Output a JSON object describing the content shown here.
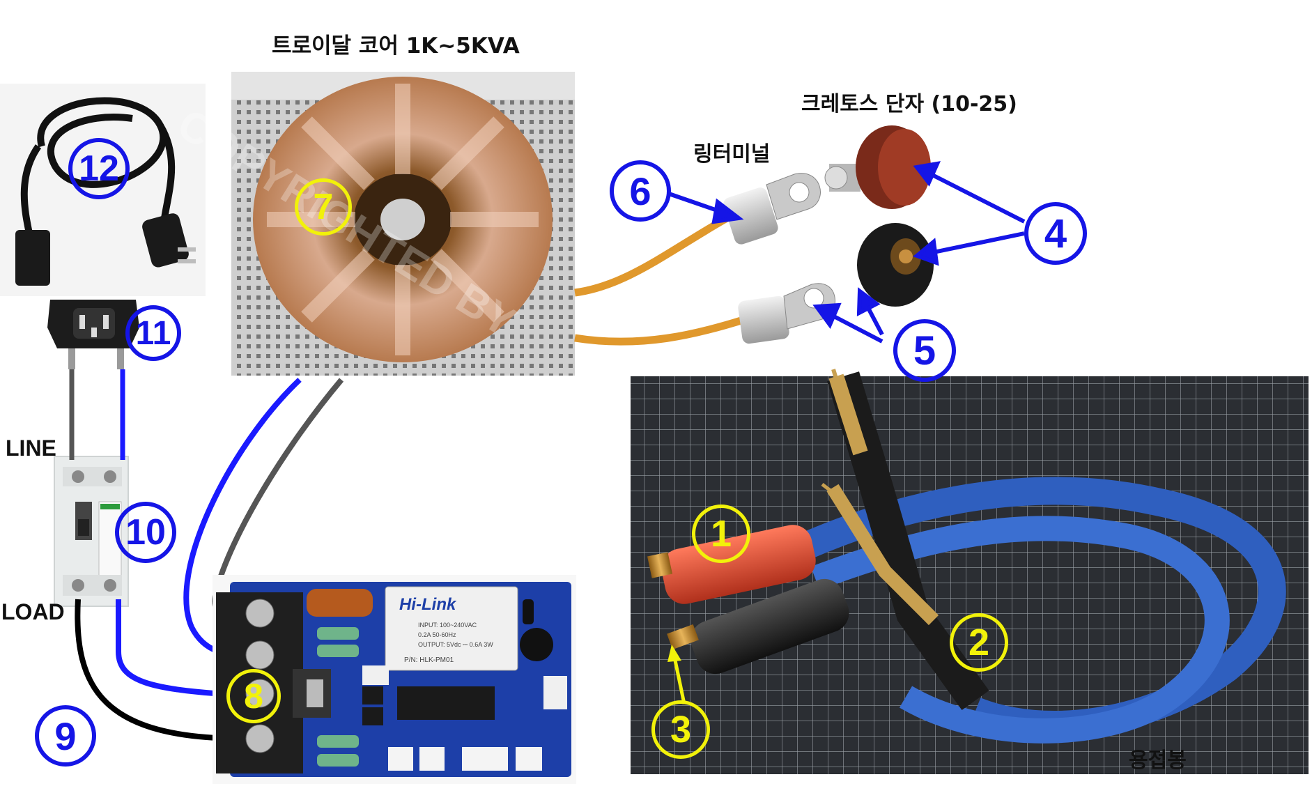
{
  "titles": {
    "toroidal_core": "트로이달 코어 1K~5KVA",
    "cretos_terminal": "크레토스 단자 (10-25)",
    "ring_terminal": "링터미널",
    "welding_rod": "용접봉"
  },
  "labels": {
    "line": "LINE",
    "load": "LOAD"
  },
  "numbers": {
    "n1": "1",
    "n2": "2",
    "n3": "3",
    "n4": "4",
    "n5": "5",
    "n6": "6",
    "n7": "7",
    "n8": "8",
    "n9": "9",
    "n10": "10",
    "n11": "11",
    "n12": "12"
  },
  "board_text": {
    "module_brand": "Hi-Link",
    "module_input": "INPUT: 100~240VAC",
    "module_freq": "0.2A 50-60Hz",
    "module_output": "OUTPUT: 5Vdc ⎓ 0.6A 3W",
    "module_pn": "P/N: HLK-PM01"
  },
  "watermark": "COPYRIGHTED BY",
  "colors": {
    "blue_marker": "#1515e6",
    "yellow_marker": "#f2f20a",
    "wire_blue": "#1a1aff",
    "wire_gray": "#555555",
    "wire_black": "#000000",
    "wire_orange": "#e0982c",
    "pcb_blue": "#1d3fa8",
    "cable_blue": "#2f5fbf"
  }
}
